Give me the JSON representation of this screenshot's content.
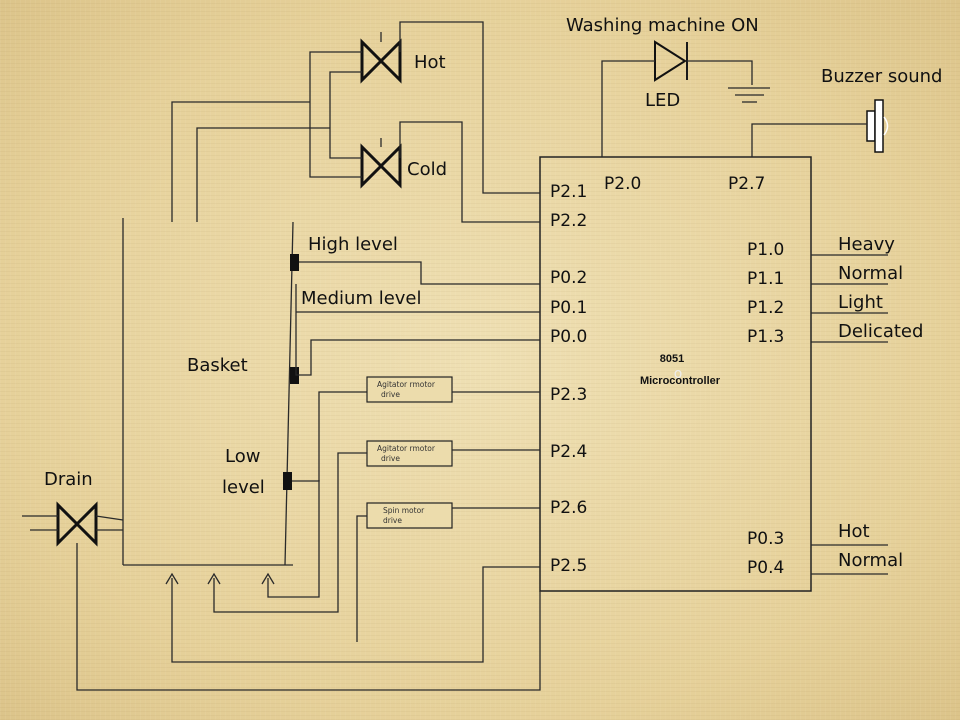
{
  "labels": {
    "washing_on": "Washing machine ON",
    "led": "LED",
    "buzzer": "Buzzer sound",
    "hot_valve": "Hot",
    "cold_valve": "Cold",
    "high_level": "High level",
    "medium_level": "Medium level",
    "low_level_1": "Low",
    "low_level_2": "level",
    "basket": "Basket",
    "drain": "Drain",
    "mcu_line1": "8051",
    "mcu_line2": "Microcontroller",
    "mcu_mark": "o"
  },
  "drivers": {
    "agitator1_line1": "Agitator rmotor",
    "agitator1_line2": "drive",
    "agitator2_line1": "Agitator rmotor",
    "agitator2_line2": "drive",
    "spin_line1": "Spin motor",
    "spin_line2": "drive"
  },
  "pins": {
    "top_left": "P2.0",
    "top_right": "P2.7",
    "left": [
      "P2.1",
      "P2.2",
      "P0.2",
      "P0.1",
      "P0.0",
      "P2.3",
      "P2.4",
      "P2.6",
      "P2.5"
    ],
    "right_modes": [
      "P1.0",
      "P1.1",
      "P1.2",
      "P1.3"
    ],
    "right_temp": [
      "P0.3",
      "P0.4"
    ]
  },
  "modes": [
    "Heavy",
    "Normal",
    "Light",
    "Delicated"
  ],
  "temps": [
    "Hot",
    "Normal"
  ]
}
